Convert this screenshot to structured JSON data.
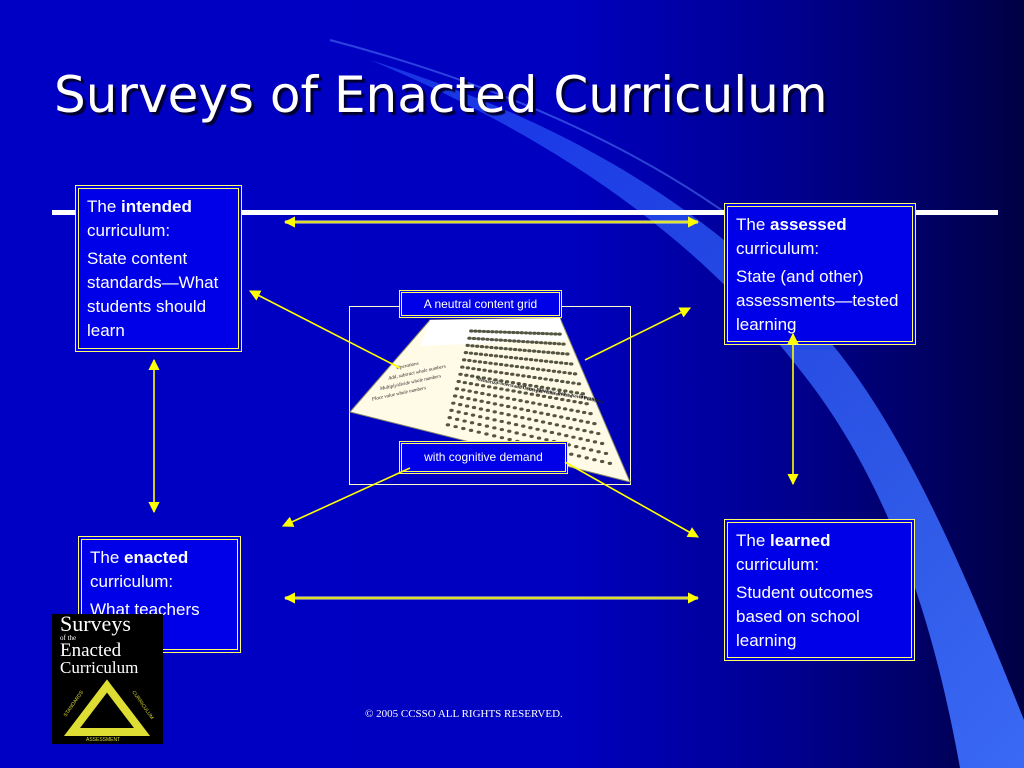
{
  "title": "Surveys of Enacted Curriculum",
  "boxes": {
    "intended": {
      "pre": "The",
      "keyword": "intended",
      "post": "curriculum:",
      "desc": "State content standards—What students should learn"
    },
    "assessed": {
      "pre": "The",
      "keyword": "assessed",
      "post": "curriculum:",
      "desc": "State (and other) assessments—tested learning"
    },
    "enacted": {
      "pre": "The",
      "keyword": "enacted",
      "post": "curriculum:",
      "desc": "What teachers teach"
    },
    "learned": {
      "pre": "The",
      "keyword": "learned",
      "post": "curriculum:",
      "desc": "Student outcomes based on school learning"
    }
  },
  "center": {
    "top_label": "A neutral content grid",
    "bottom_label": "with cognitive demand",
    "grid_rows": [
      "Operations",
      "Add, subtract whole numbers",
      "Multiply/divide whole numbers",
      "Place value whole numbers"
    ],
    "grid_cols": [
      "Memorize",
      "Understand Concepts",
      "Perform Procedures",
      "Analyze/ Reason",
      "Solve Novel Problems",
      "Integrate"
    ]
  },
  "logo": {
    "line1": "Surveys",
    "line2": "of the",
    "line3": "Enacted",
    "line4": "Curriculum",
    "ring_left": "STANDARDS",
    "ring_right": "CURRICULUM",
    "ring_bottom": "ASSESSMENT"
  },
  "footer": {
    "copyright": "© 2005 CCSSO ALL RIGHTS RESERVED."
  },
  "colors": {
    "background": "#0000c8",
    "accent": "#ffff66",
    "arrow": "#ffff00"
  }
}
